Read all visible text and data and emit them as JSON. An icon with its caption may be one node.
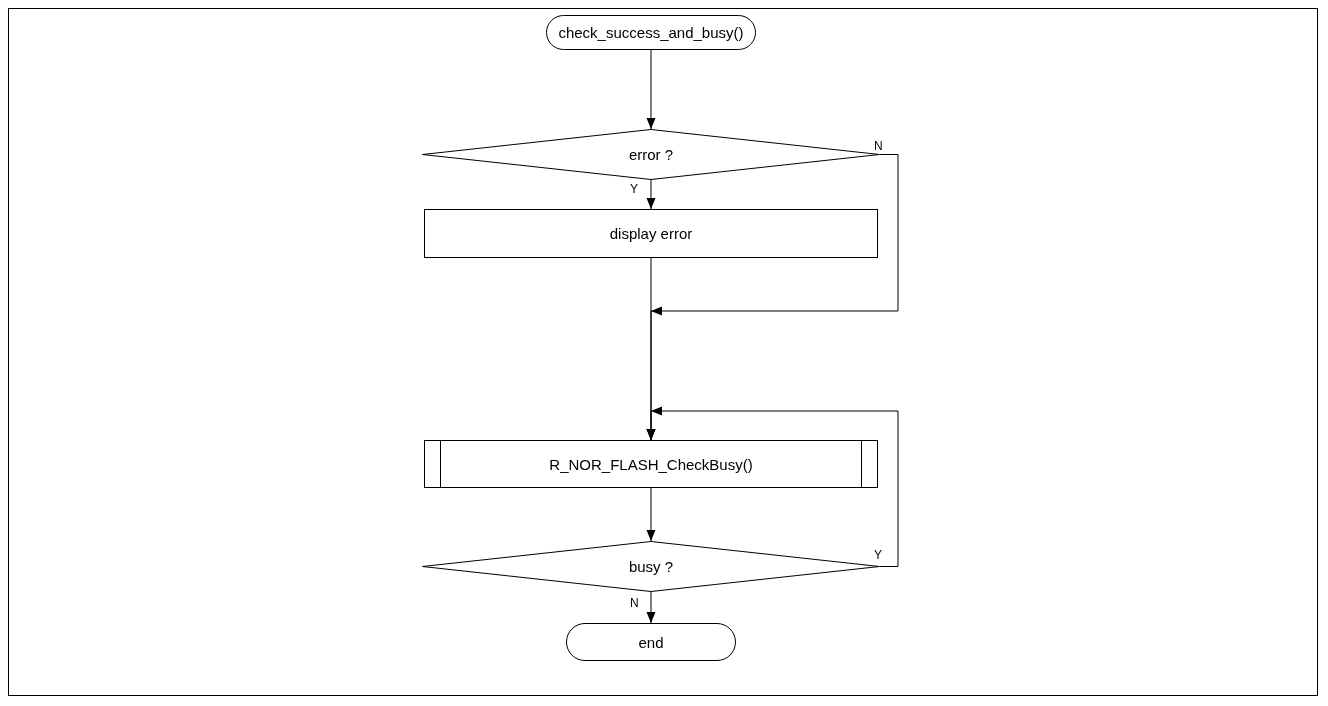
{
  "diagram": {
    "nodes": [
      {
        "text": [
          "check_success_and_busy()"
        ]
      },
      {
        "text": [
          "error ?"
        ]
      },
      {
        "text": [
          "display error"
        ]
      },
      {
        "text": [
          "R_NOR_FLASH_CheckBusy()"
        ]
      },
      {
        "text": [
          "busy ?"
        ]
      },
      {
        "text": [
          "end"
        ]
      }
    ],
    "edges": [
      {
        "from": 0,
        "to": 1,
        "arrow": "to"
      },
      {
        "from": 1,
        "to": 2,
        "arrow": "to",
        "label": "Y"
      },
      {
        "from": 1,
        "to": 3,
        "arrow": "to",
        "label": "N"
      },
      {
        "from": 2,
        "to": 3,
        "arrow": "to"
      },
      {
        "from": 3,
        "to": 4,
        "arrow": "to"
      },
      {
        "from": 4,
        "to": 3,
        "arrow": "to",
        "label": "Y"
      },
      {
        "from": 4,
        "to": 5,
        "arrow": "to",
        "label": "N"
      }
    ]
  }
}
